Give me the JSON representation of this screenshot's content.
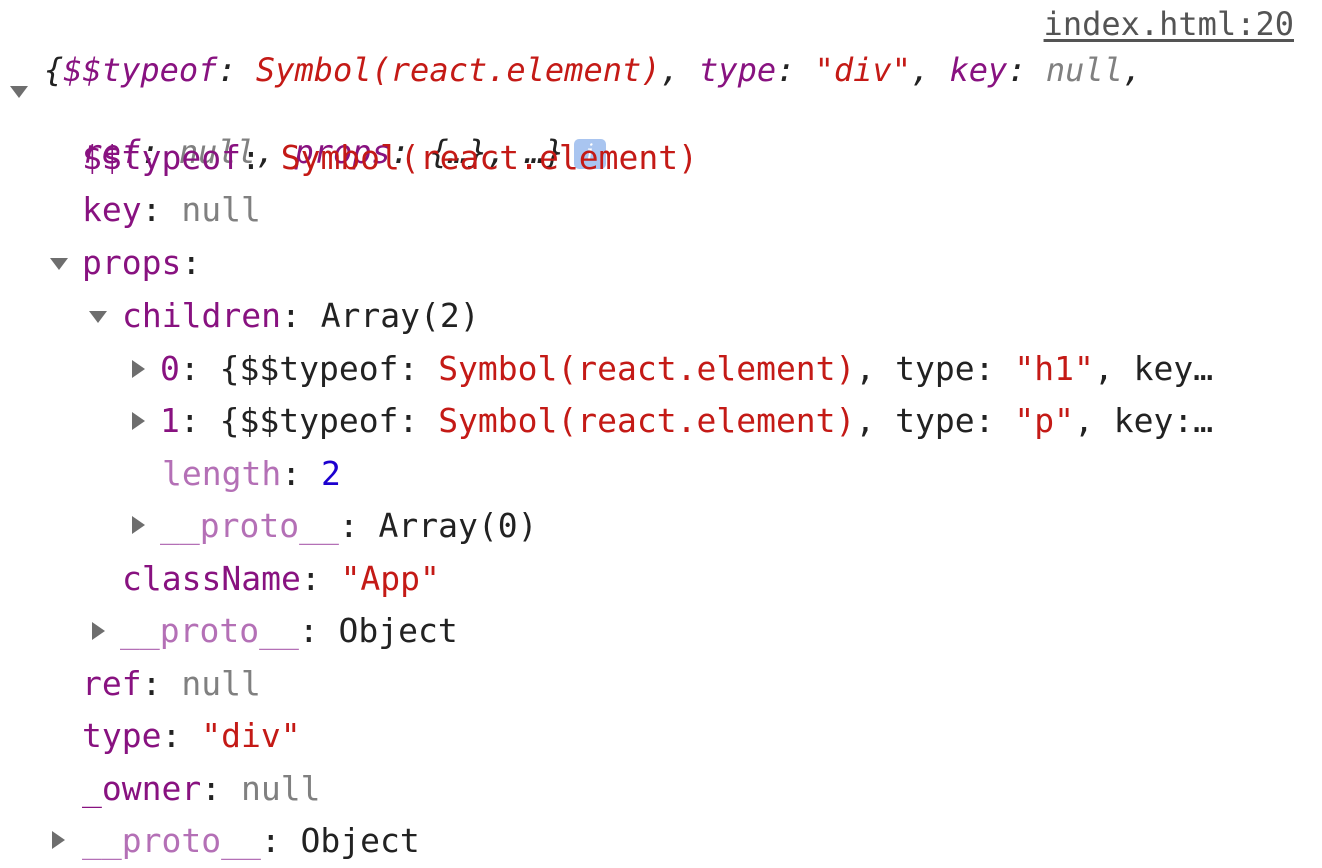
{
  "source_link": "index.html:20",
  "summary": {
    "line1": [
      {
        "t": "{",
        "c": "p"
      },
      {
        "t": "$$typeof",
        "c": "k"
      },
      {
        "t": ": ",
        "c": "p"
      },
      {
        "t": "Symbol(react.element)",
        "c": "s"
      },
      {
        "t": ", ",
        "c": "p"
      },
      {
        "t": "type",
        "c": "k"
      },
      {
        "t": ": ",
        "c": "p"
      },
      {
        "t": "\"div\"",
        "c": "s"
      },
      {
        "t": ", ",
        "c": "p"
      },
      {
        "t": "key",
        "c": "k"
      },
      {
        "t": ": ",
        "c": "p"
      },
      {
        "t": "null",
        "c": "nul"
      },
      {
        "t": ",",
        "c": "p"
      }
    ],
    "line2": [
      {
        "t": "ref",
        "c": "k"
      },
      {
        "t": ": ",
        "c": "p"
      },
      {
        "t": "null",
        "c": "nul"
      },
      {
        "t": ", ",
        "c": "p"
      },
      {
        "t": "props",
        "c": "k"
      },
      {
        "t": ": {…}, …}",
        "c": "p"
      }
    ],
    "info_glyph": "i"
  },
  "rows": [
    {
      "name": "row-typeof",
      "parts": [
        {
          "t": "$$typeof",
          "c": "k"
        },
        {
          "t": ": ",
          "c": "p"
        },
        {
          "t": "Symbol(react.element)",
          "c": "s"
        }
      ]
    },
    {
      "name": "row-key",
      "parts": [
        {
          "t": "key",
          "c": "k"
        },
        {
          "t": ": ",
          "c": "p"
        },
        {
          "t": "null",
          "c": "nul"
        }
      ]
    },
    {
      "name": "row-props",
      "parts": [
        {
          "t": "props",
          "c": "k"
        },
        {
          "t": ":",
          "c": "p"
        }
      ]
    },
    {
      "name": "row-children",
      "parts": [
        {
          "t": "children",
          "c": "k"
        },
        {
          "t": ": Array(2)",
          "c": "p"
        }
      ]
    },
    {
      "name": "row-child-0",
      "parts": [
        {
          "t": "0",
          "c": "k"
        },
        {
          "t": ": {",
          "c": "p"
        },
        {
          "t": "$$typeof",
          "c": "p"
        },
        {
          "t": ": ",
          "c": "p"
        },
        {
          "t": "Symbol(react.element)",
          "c": "s"
        },
        {
          "t": ", type: ",
          "c": "p"
        },
        {
          "t": "\"h1\"",
          "c": "s"
        },
        {
          "t": ", key…",
          "c": "p"
        }
      ]
    },
    {
      "name": "row-child-1",
      "parts": [
        {
          "t": "1",
          "c": "k"
        },
        {
          "t": ": {",
          "c": "p"
        },
        {
          "t": "$$typeof",
          "c": "p"
        },
        {
          "t": ": ",
          "c": "p"
        },
        {
          "t": "Symbol(react.element)",
          "c": "s"
        },
        {
          "t": ", type: ",
          "c": "p"
        },
        {
          "t": "\"p\"",
          "c": "s"
        },
        {
          "t": ", key:…",
          "c": "p"
        }
      ]
    },
    {
      "name": "row-length",
      "parts": [
        {
          "t": "length",
          "c": "k-dim"
        },
        {
          "t": ": ",
          "c": "p"
        },
        {
          "t": "2",
          "c": "num"
        }
      ]
    },
    {
      "name": "row-children-proto",
      "parts": [
        {
          "t": "__proto__",
          "c": "k-dim"
        },
        {
          "t": ": Array(0)",
          "c": "p"
        }
      ]
    },
    {
      "name": "row-classname",
      "parts": [
        {
          "t": "className",
          "c": "k"
        },
        {
          "t": ": ",
          "c": "p"
        },
        {
          "t": "\"App\"",
          "c": "s"
        }
      ]
    },
    {
      "name": "row-props-proto",
      "parts": [
        {
          "t": "__proto__",
          "c": "k-dim"
        },
        {
          "t": ": Object",
          "c": "p"
        }
      ]
    },
    {
      "name": "row-ref",
      "parts": [
        {
          "t": "ref",
          "c": "k"
        },
        {
          "t": ": ",
          "c": "p"
        },
        {
          "t": "null",
          "c": "nul"
        }
      ]
    },
    {
      "name": "row-type",
      "parts": [
        {
          "t": "type",
          "c": "k"
        },
        {
          "t": ": ",
          "c": "p"
        },
        {
          "t": "\"div\"",
          "c": "s"
        }
      ]
    },
    {
      "name": "row-owner",
      "parts": [
        {
          "t": "_owner",
          "c": "k"
        },
        {
          "t": ": ",
          "c": "p"
        },
        {
          "t": "null",
          "c": "nul"
        }
      ]
    },
    {
      "name": "row-root-proto",
      "parts": [
        {
          "t": "__proto__",
          "c": "k-dim"
        },
        {
          "t": ": Object",
          "c": "p"
        }
      ]
    }
  ]
}
